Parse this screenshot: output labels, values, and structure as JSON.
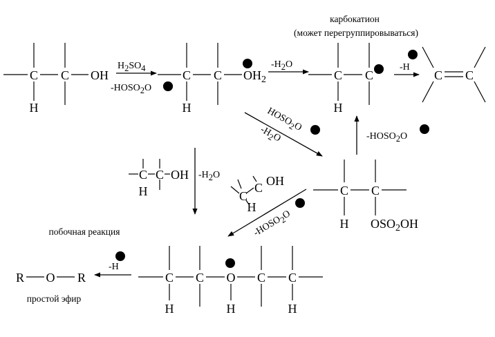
{
  "labels": {
    "carbocation": "карбокатион",
    "rearrange": "(может перегруппировываться)",
    "side_reaction": "побочная реакция",
    "ether": "простой эфир"
  },
  "atoms": {
    "C": "C",
    "H": "H",
    "OH": "OH",
    "O": "O",
    "R": "R",
    "oh2_main": "OH",
    "oh2_sub": "2",
    "oso2oh_a": "OSO",
    "oso2oh_sub": "2",
    "oso2oh_b": "OH"
  },
  "reagents": {
    "h2so4_a": "H",
    "h2so4_sub1": "2",
    "h2so4_b": "SO",
    "h2so4_sub2": "4",
    "hoso2o_a": "-HOSO",
    "hoso2o_sub": "2",
    "hoso2o_b": "O",
    "minus_h2o_a": "-H",
    "minus_h2o_sub": "2",
    "minus_h2o_b": "O",
    "minus_h": "-H",
    "diag_hoso2o_a": "HOSO",
    "diag_hoso2o_sub": "2",
    "diag_hoso2o_b": "O"
  }
}
